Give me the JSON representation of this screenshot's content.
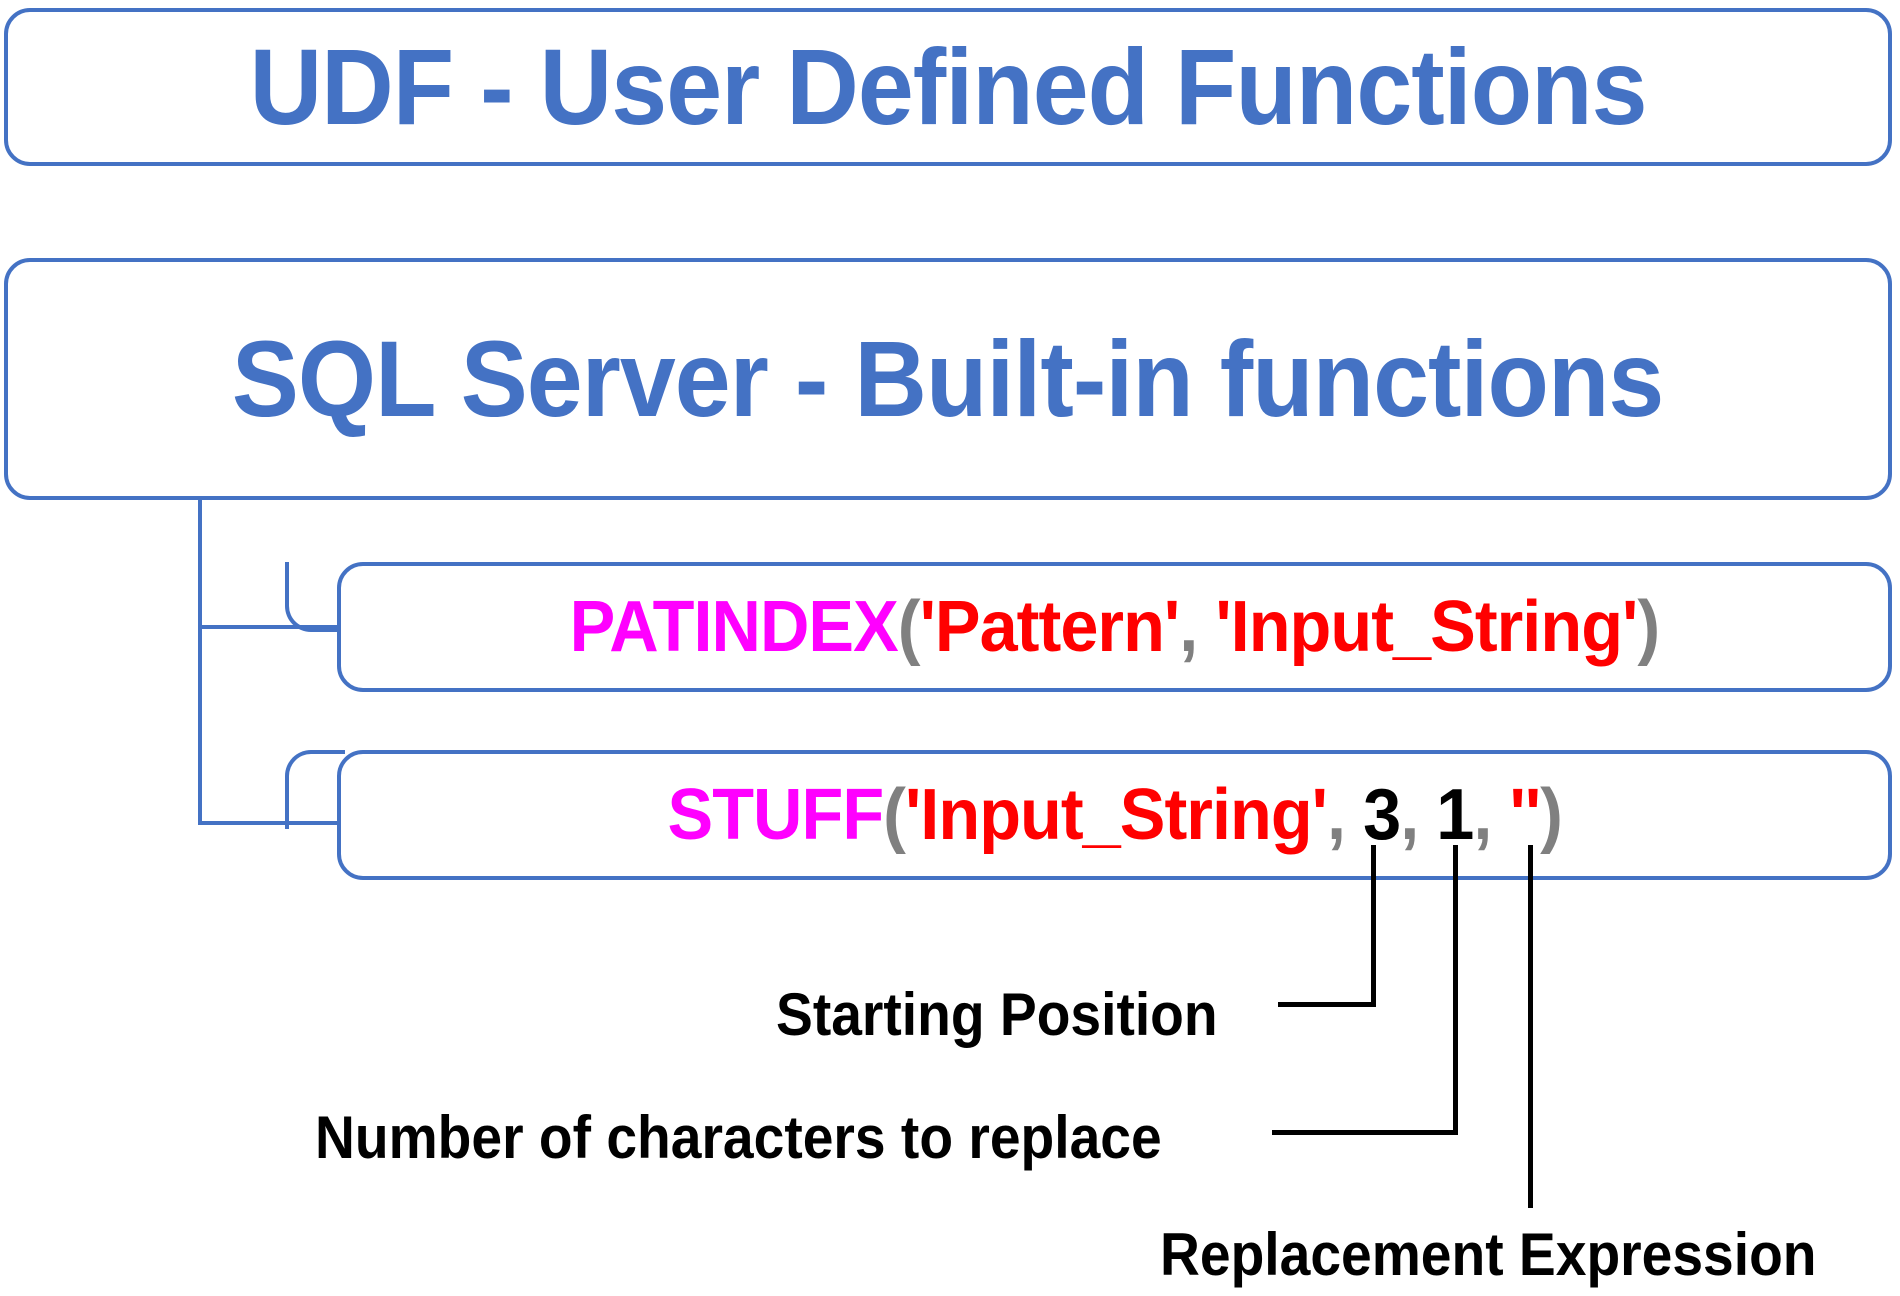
{
  "nodes": {
    "udf_title": "UDF - User Defined Functions",
    "sql_title": "SQL Server - Built-in functions"
  },
  "colors": {
    "box_border": "#4472C4",
    "box_title_text": "#4472C4",
    "function_name": "#FF00FF",
    "string_literal": "#FF0000",
    "punctuation": "#808080",
    "number": "#000000",
    "annotation": "#000000",
    "background": "#FFFFFF"
  },
  "functions": [
    {
      "id": "patindex",
      "name": "PATINDEX",
      "open_paren": "(",
      "args": [
        {
          "text": "'Pattern'",
          "kind": "string"
        },
        {
          "text": "'Input_String'",
          "kind": "string"
        }
      ],
      "separator": ", ",
      "close_paren": ")"
    },
    {
      "id": "stuff",
      "name": "STUFF",
      "open_paren": "(",
      "args": [
        {
          "text": "'Input_String'",
          "kind": "string"
        },
        {
          "text": "3",
          "kind": "number"
        },
        {
          "text": "1",
          "kind": "number"
        },
        {
          "text": "''",
          "kind": "string"
        }
      ],
      "separator": ", ",
      "close_paren": ")"
    }
  ],
  "code_tokens": {
    "patindex": {
      "fn": "PATINDEX",
      "p_open": "(",
      "arg1": "'Pattern'",
      "comma1": ", ",
      "arg2": "'Input_String'",
      "p_close": ")"
    },
    "stuff": {
      "fn": "STUFF",
      "p_open": "(",
      "arg1": "'Input_String'",
      "comma1": ", ",
      "arg2": "3",
      "comma2": ", ",
      "arg3": "1",
      "comma3": ", ",
      "arg4": "''",
      "p_close": ")"
    }
  },
  "annotations": [
    {
      "id": "starting-position",
      "label": "Starting Position",
      "points_to": "3"
    },
    {
      "id": "num-chars",
      "label": "Number of characters to replace",
      "points_to": "1"
    },
    {
      "id": "replacement-expr",
      "label": "Replacement Expression",
      "points_to": "''"
    }
  ]
}
